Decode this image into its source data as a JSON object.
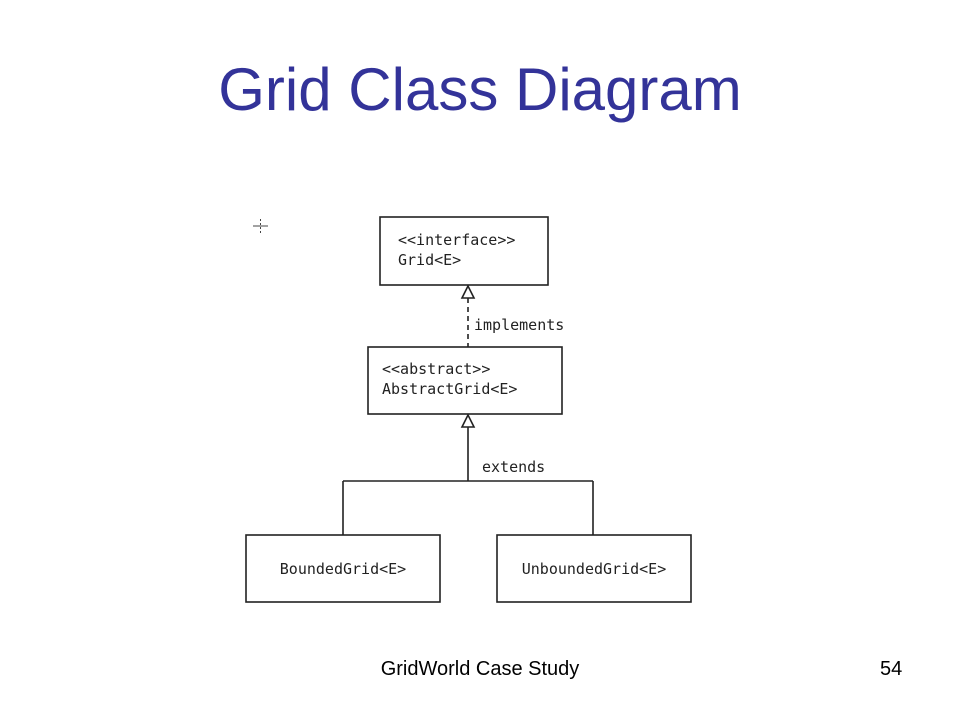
{
  "slide": {
    "title": "Grid Class Diagram",
    "footer": "GridWorld Case Study",
    "page_number": "54"
  },
  "diagram": {
    "grid": {
      "stereotype": "<<interface>>",
      "name": "Grid<E>"
    },
    "abstract_grid": {
      "stereotype": "<<abstract>>",
      "name": "AbstractGrid<E>"
    },
    "implements_label": "implements",
    "extends_label": "extends",
    "bounded_grid": {
      "name": "BoundedGrid<E>"
    },
    "unbounded_grid": {
      "name": "UnboundedGrid<E>"
    }
  }
}
